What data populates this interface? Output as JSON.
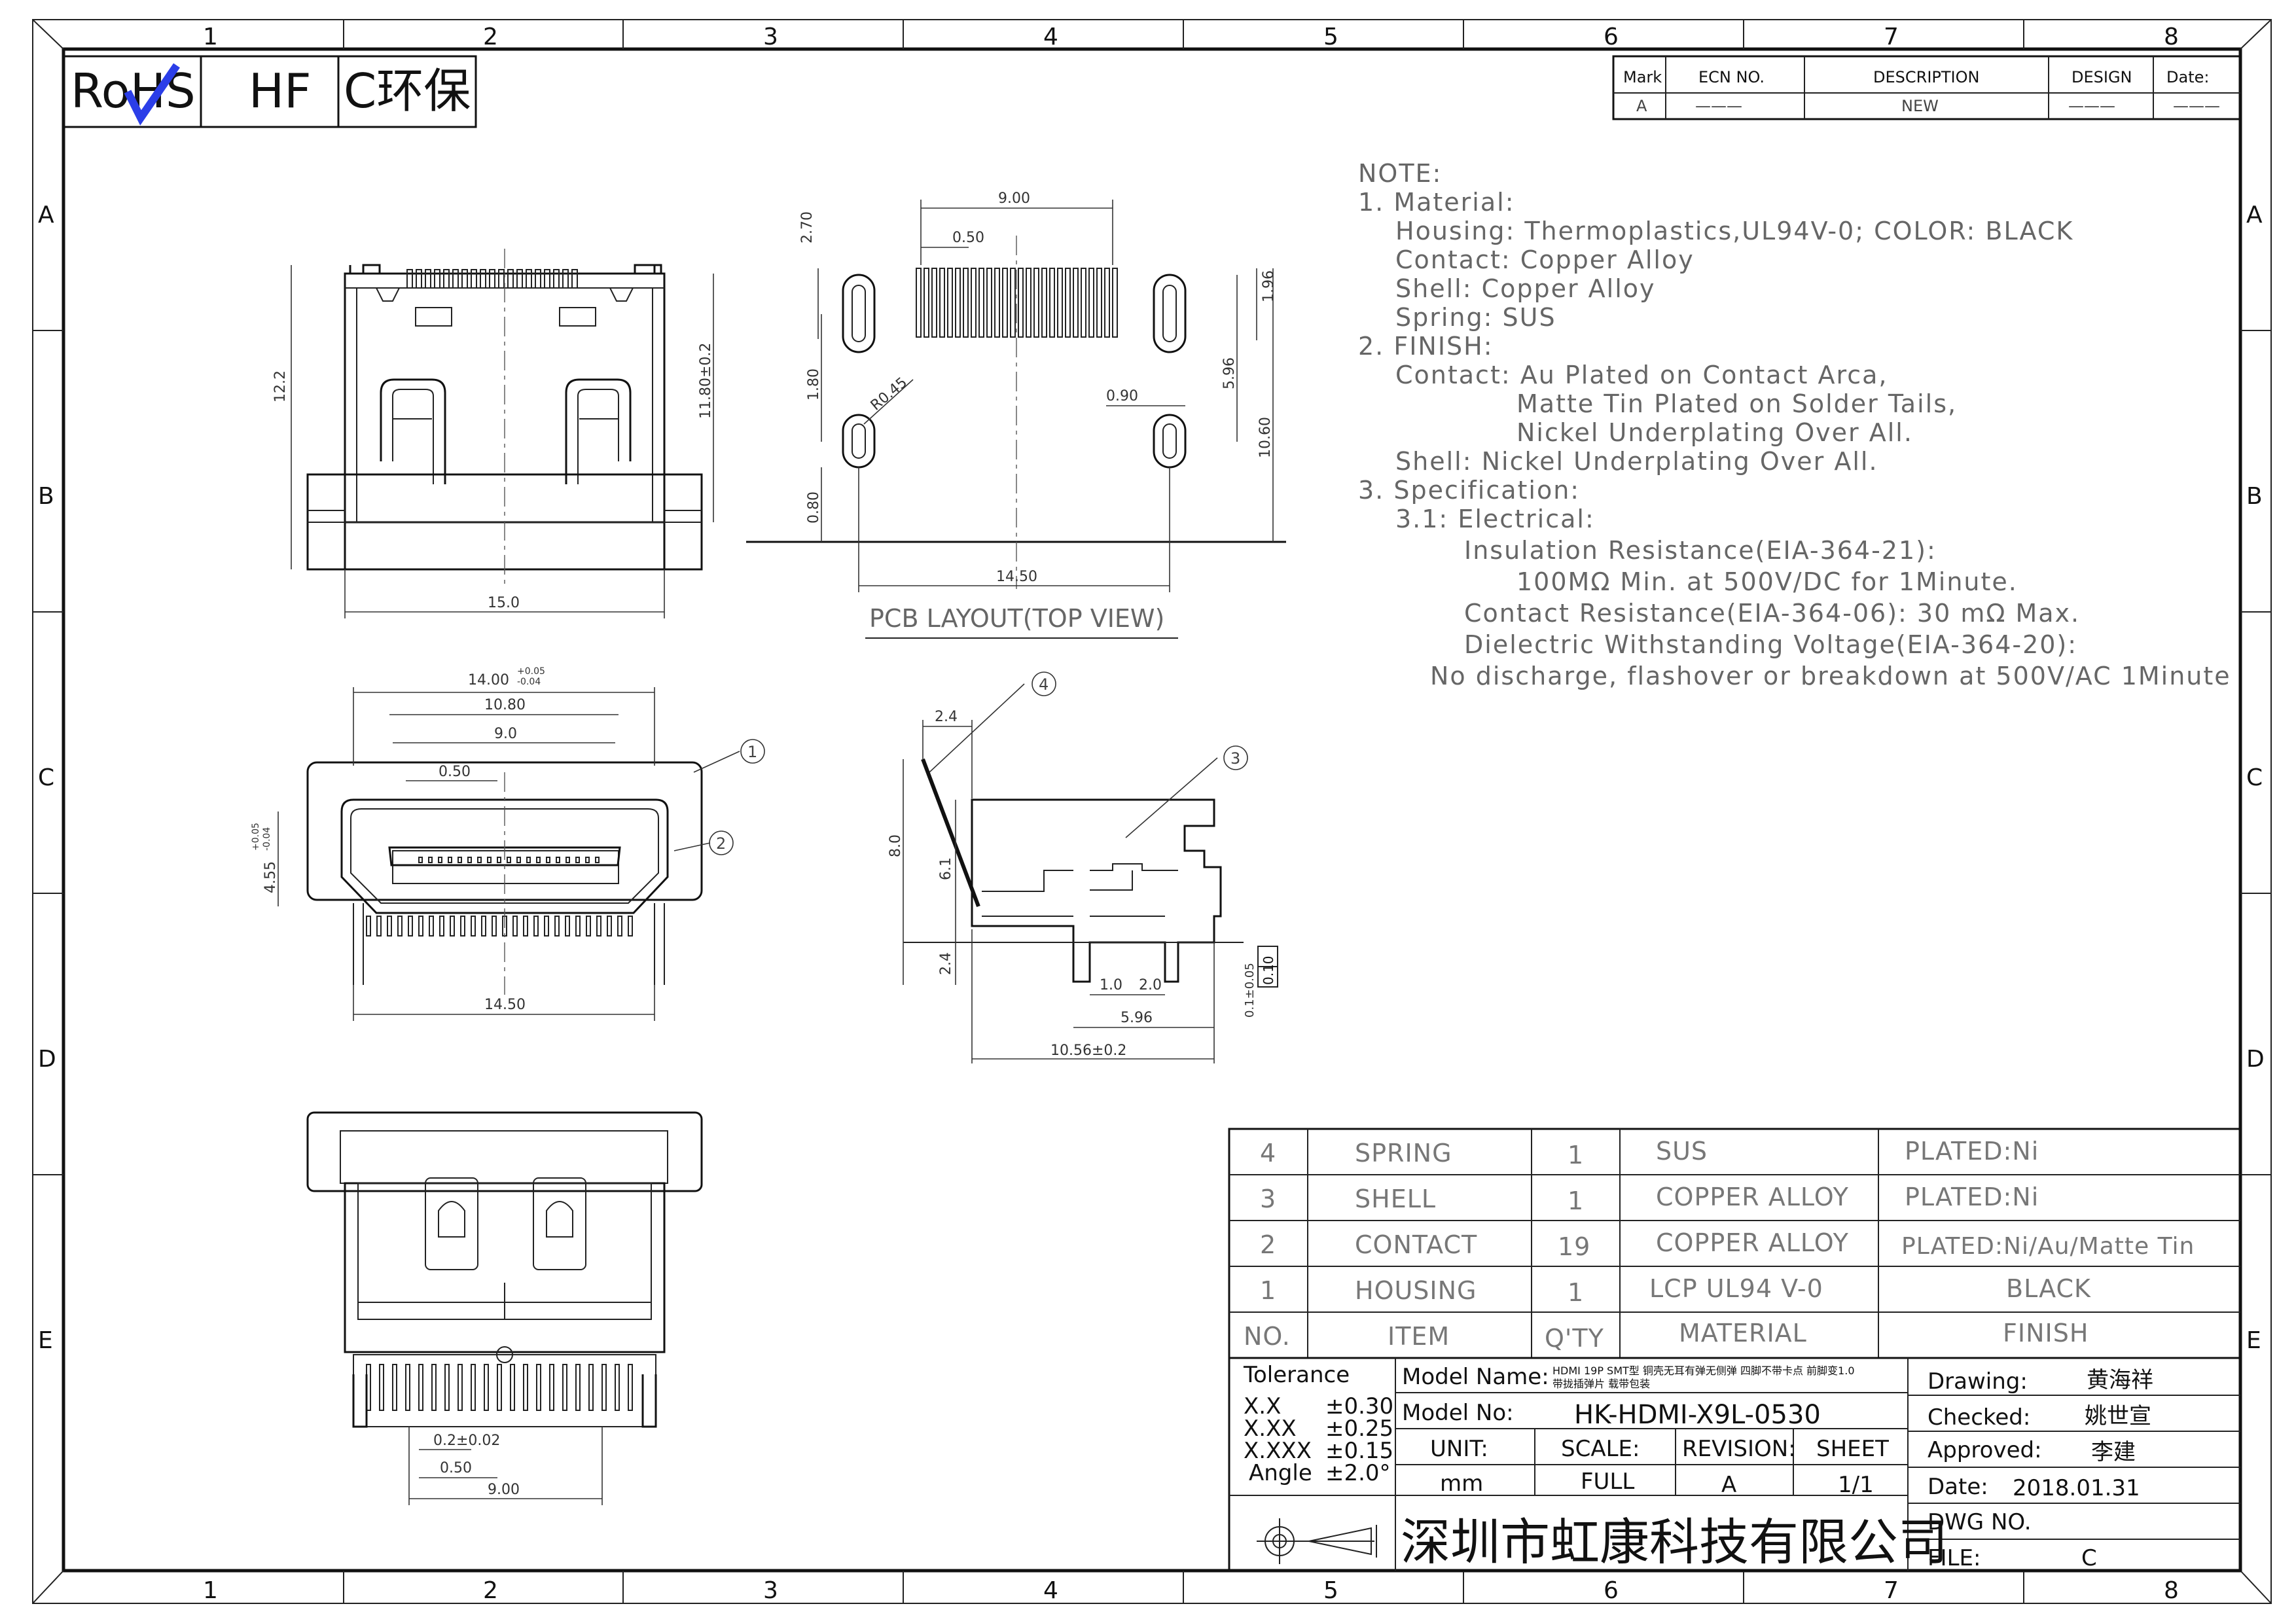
{
  "header_badges": {
    "rohs": "RoHS",
    "hf": "HF",
    "env": "C环保"
  },
  "revision_table": {
    "headers": [
      "Mark",
      "ECN NO.",
      "DESCRIPTION",
      "DESIGN",
      "Date:"
    ],
    "row": [
      "A",
      "———",
      "NEW",
      "———",
      "———"
    ]
  },
  "grid": {
    "columns": [
      "1",
      "2",
      "3",
      "4",
      "5",
      "6",
      "7",
      "8"
    ],
    "rows": [
      "A",
      "B",
      "C",
      "D",
      "E"
    ]
  },
  "notes": [
    "NOTE:",
    "1. Material:",
    "Housing: Thermoplastics,UL94V-0; COLOR: BLACK",
    "Contact: Copper Alloy",
    "Shell: Copper Alloy",
    "Spring: SUS",
    "2. FINISH:",
    "Contact: Au Plated on Contact Arca,",
    "Matte Tin Plated on Solder Tails,",
    "Nickel Underplating Over All.",
    "Shell: Nickel Underplating Over All.",
    "3. Specification:",
    "3.1: Electrical:",
    "Insulation Resistance(EIA-364-21):",
    "100MΩ Min. at 500V/DC for 1Minute.",
    "Contact Resistance(EIA-364-06): 30 mΩ Max.",
    "Dielectric Withstanding Voltage(EIA-364-20):",
    "No discharge, flashover or breakdown at 500V/AC 1Minute"
  ],
  "pcb_layout": {
    "title": "PCB LAYOUT(TOP VIEW)",
    "dims": [
      "9.00",
      "0.50",
      "2.70",
      "1.96",
      "5.96",
      "10.60",
      "1.80",
      "R0.45",
      "0.90",
      "0.80",
      "14.50"
    ]
  },
  "top_view_dims": [
    "12.2",
    "11.80±0.2",
    "15.0"
  ],
  "front_view_dims": [
    "14.00",
    "+0.05",
    "-0.04",
    "10.80",
    "9.0",
    "0.50",
    "4.55",
    "+0.05",
    "-0.04",
    "14.50"
  ],
  "side_view_dims": [
    "2.4",
    "8.0",
    "6.1",
    "2.4",
    "1.0",
    "2.0",
    "5.96",
    "10.56±0.2",
    "0.1±0.05",
    "0.10"
  ],
  "bottom_view_dims": [
    "0.2±0.02",
    "0.50",
    "9.00"
  ],
  "callouts": [
    "1",
    "2",
    "3",
    "4"
  ],
  "bom": {
    "rows": [
      {
        "no": "4",
        "item": "SPRING",
        "qty": "1",
        "material": "SUS",
        "finish": "PLATED:Ni"
      },
      {
        "no": "3",
        "item": "SHELL",
        "qty": "1",
        "material": "COPPER ALLOY",
        "finish": "PLATED:Ni"
      },
      {
        "no": "2",
        "item": "CONTACT",
        "qty": "19",
        "material": "COPPER ALLOY",
        "finish": "PLATED:Ni/Au/Matte Tin"
      },
      {
        "no": "1",
        "item": "HOUSING",
        "qty": "1",
        "material": "LCP UL94 V-0",
        "finish": "BLACK"
      }
    ],
    "header": {
      "no": "NO.",
      "item": "ITEM",
      "qty": "Q'TY",
      "material": "MATERIAL",
      "finish": "FINISH"
    }
  },
  "title_block": {
    "tolerance_label": "Tolerance",
    "tolerances": [
      [
        "X.X",
        "±0.30"
      ],
      [
        "X.XX",
        "±0.25"
      ],
      [
        "X.XXX",
        "±0.15"
      ],
      [
        "Angle",
        "±2.0°"
      ]
    ],
    "model_name_label": "Model Name:",
    "model_name_value": "HDMI 19P SMT型 铜壳无耳有弹无侧弹 四脚不带卡点 前脚变1.0",
    "model_name_value2": "带拢插弹片 载带包装",
    "model_no_label": "Model No:",
    "model_no": "HK-HDMI-X9L-0530",
    "unit_label": "UNIT:",
    "unit": "mm",
    "scale_label": "SCALE:",
    "scale": "FULL",
    "revision_label": "REVISION:",
    "revision": "A",
    "sheet_label": "SHEET",
    "sheet": "1/1",
    "company": "深圳市虹康科技有限公司",
    "drawing_label": "Drawing:",
    "drawing": "黄海祥",
    "checked_label": "Checked:",
    "checked": "姚世宣",
    "approved_label": "Approved:",
    "approved": "李建",
    "date_label": "Date:",
    "date": "2018.01.31",
    "dwg_label": "DWG NO.",
    "dwg": "",
    "file_label": "FILE:",
    "file": "C"
  }
}
